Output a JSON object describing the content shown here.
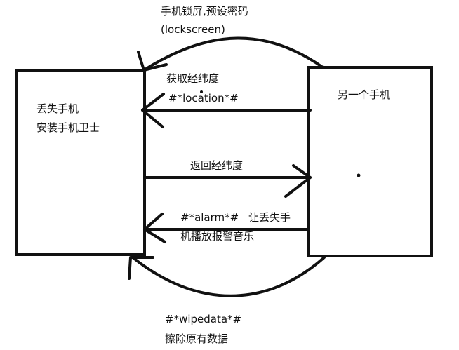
{
  "left_box": {
    "line1": "丢失手机",
    "line2": "安装手机卫士"
  },
  "right_box": {
    "label": "另一个手机"
  },
  "arrows": {
    "lockscreen": {
      "line1": "手机锁屏,预设密码",
      "line2": "(lockscreen)"
    },
    "location": {
      "line1": "获取经纬度",
      "line2": "#*location*#"
    },
    "return_coords": {
      "label": "返回经纬度"
    },
    "alarm": {
      "line1_code": "#*alarm*#",
      "line1_text": "让丢失手",
      "line2": "机播放报警音乐"
    },
    "wipedata": {
      "line1": "#*wipedata*#",
      "line2": "擦除原有数据"
    }
  },
  "colors": {
    "ink": "#111111",
    "background": "#ffffff"
  }
}
